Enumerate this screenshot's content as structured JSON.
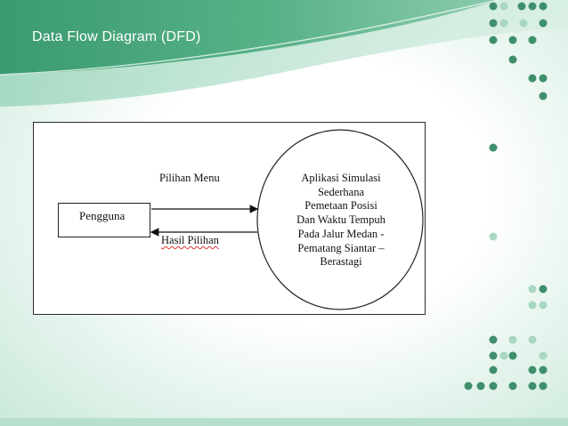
{
  "slide": {
    "title": "Data Flow Diagram (DFD)"
  },
  "diagram": {
    "external_entity": "Pengguna",
    "process_lines": [
      "Aplikasi Simulasi",
      "Sederhana",
      "Pemetaan Posisi",
      "Dan Waktu Tempuh",
      "Pada Jalur Medan -",
      "Pematang Siantar –",
      "Berastagi"
    ],
    "flow_to_process": "Pilihan Menu",
    "flow_to_entity": "Hasil Pilihan"
  },
  "colors": {
    "green_dark": "#3e9a70",
    "green_light": "#b9dfcb",
    "dot_dark": "#3f8f6b",
    "dot_light": "#a9d7c1"
  }
}
